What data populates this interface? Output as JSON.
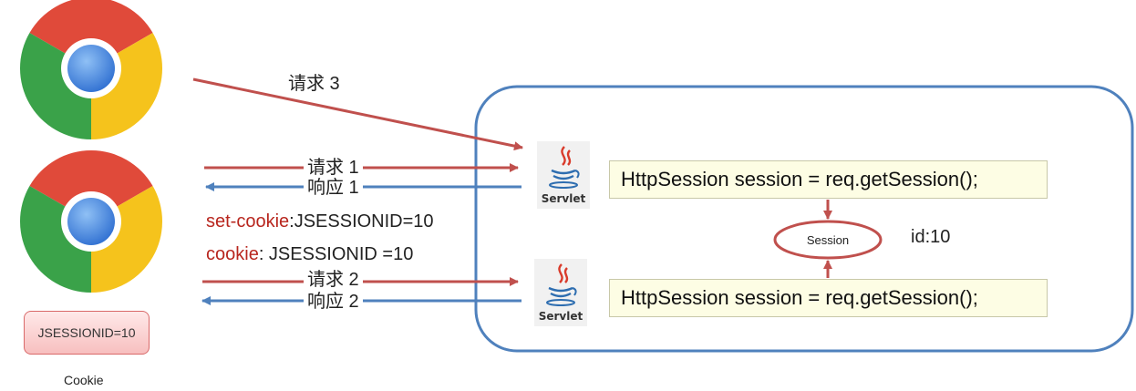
{
  "labels": {
    "request3": "请求 3",
    "request1": "请求 1",
    "response1": "响应 1",
    "set_cookie_key": "set-cookie",
    "set_cookie_val": ":JSESSIONID=10",
    "cookie_key": "cookie",
    "cookie_val": ": JSESSIONID =10",
    "request2": "请求 2",
    "response2": "响应 2"
  },
  "browser_cookie": {
    "value": "JSESSIONID=10",
    "caption": "Cookie"
  },
  "server": {
    "servlet_label": "Servlet",
    "code_line_1": "HttpSession session = req.getSession();",
    "code_line_2": "HttpSession session = req.getSession();",
    "session_label": "Session",
    "session_id": "id:10"
  },
  "icons": [
    "chrome-icon",
    "chrome-icon",
    "java-servlet-icon",
    "java-servlet-icon"
  ],
  "colors": {
    "request_arrow": "#c0504d",
    "response_arrow": "#4f81bd",
    "server_border": "#4f81bd",
    "accent_text": "#b8261e"
  }
}
